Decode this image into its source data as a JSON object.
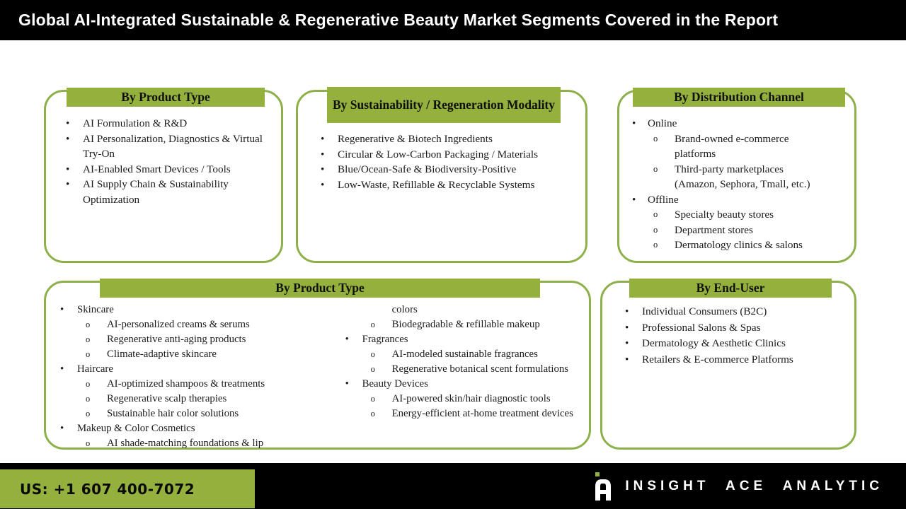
{
  "header": {
    "title": "Global AI-Integrated Sustainable & Regenerative Beauty Market Segments Covered in the Report"
  },
  "colors": {
    "accent_green": "#94b13e",
    "border_green": "#8db04a",
    "bar_black": "#000000"
  },
  "boxes": [
    {
      "title": "By Product Type",
      "items": [
        "AI Formulation & R&D",
        "AI Personalization, Diagnostics & Virtual Try-On",
        "AI-Enabled Smart Devices / Tools",
        "AI Supply Chain & Sustainability Optimization"
      ]
    },
    {
      "title": "By Sustainability / Regeneration Modality",
      "items": [
        "Regenerative & Biotech Ingredients",
        "Circular & Low-Carbon Packaging / Materials",
        "Blue/Ocean-Safe & Biodiversity-Positive",
        "Low-Waste, Refillable & Recyclable Systems"
      ]
    },
    {
      "title": "By Distribution Channel",
      "items": [
        {
          "label": "Online",
          "children": [
            "Brand-owned e-commerce platforms",
            "Third-party marketplaces (Amazon, Sephora, Tmall, etc.)"
          ]
        },
        {
          "label": "Offline",
          "children": [
            "Specialty beauty stores",
            "Department stores",
            "Dermatology clinics & salons"
          ]
        }
      ]
    },
    {
      "title": "By Product Type",
      "col1": [
        {
          "label": "Skincare",
          "children": [
            "AI-personalized creams & serums",
            "Regenerative anti-aging products",
            "Climate-adaptive skincare"
          ]
        },
        {
          "label": "Haircare",
          "children": [
            "AI-optimized shampoos & treatments",
            "Regenerative scalp therapies",
            "Sustainable hair color solutions"
          ]
        },
        {
          "label": "Makeup & Color Cosmetics",
          "children": [
            "AI shade-matching foundations & lip"
          ]
        }
      ],
      "col2": {
        "continuation": "colors",
        "makeup_children": [
          "Biodegradable & refillable makeup"
        ],
        "groups": [
          {
            "label": "Fragrances",
            "children": [
              "AI-modeled sustainable fragrances",
              "Regenerative botanical scent formulations"
            ]
          },
          {
            "label": "Beauty Devices",
            "children": [
              "AI-powered skin/hair diagnostic tools",
              "Energy-efficient at-home treatment devices"
            ]
          }
        ]
      }
    },
    {
      "title": "By End-User",
      "items": [
        "Individual Consumers (B2C)",
        "Professional Salons & Spas",
        "Dermatology & Aesthetic Clinics",
        "Retailers & E-commerce Platforms"
      ]
    }
  ],
  "footer": {
    "phone": "US: +1 607 400-7072",
    "brand": "INSIGHT ACE ANALYTIC"
  },
  "chart_data": {
    "type": "table",
    "title": "Global AI-Integrated Sustainable & Regenerative Beauty Market Segments Covered in the Report",
    "segments": [
      {
        "segment": "By Product Type",
        "values": [
          "AI Formulation & R&D",
          "AI Personalization, Diagnostics & Virtual Try-On",
          "AI-Enabled Smart Devices / Tools",
          "AI Supply Chain & Sustainability Optimization"
        ]
      },
      {
        "segment": "By Sustainability / Regeneration Modality",
        "values": [
          "Regenerative & Biotech Ingredients",
          "Circular & Low-Carbon Packaging / Materials",
          "Blue/Ocean-Safe & Biodiversity-Positive",
          "Low-Waste, Refillable & Recyclable Systems"
        ]
      },
      {
        "segment": "By Distribution Channel",
        "values": [
          "Online: Brand-owned e-commerce platforms",
          "Online: Third-party marketplaces (Amazon, Sephora, Tmall, etc.)",
          "Offline: Specialty beauty stores",
          "Offline: Department stores",
          "Offline: Dermatology clinics & salons"
        ]
      },
      {
        "segment": "By Product Type",
        "values": [
          "Skincare: AI-personalized creams & serums",
          "Skincare: Regenerative anti-aging products",
          "Skincare: Climate-adaptive skincare",
          "Haircare: AI-optimized shampoos & treatments",
          "Haircare: Regenerative scalp therapies",
          "Haircare: Sustainable hair color solutions",
          "Makeup & Color Cosmetics: AI shade-matching foundations & lip colors",
          "Makeup & Color Cosmetics: Biodegradable & refillable makeup",
          "Fragrances: AI-modeled sustainable fragrances",
          "Fragrances: Regenerative botanical scent formulations",
          "Beauty Devices: AI-powered skin/hair diagnostic tools",
          "Beauty Devices: Energy-efficient at-home treatment devices"
        ]
      },
      {
        "segment": "By End-User",
        "values": [
          "Individual Consumers (B2C)",
          "Professional Salons & Spas",
          "Dermatology & Aesthetic Clinics",
          "Retailers & E-commerce Platforms"
        ]
      }
    ]
  }
}
